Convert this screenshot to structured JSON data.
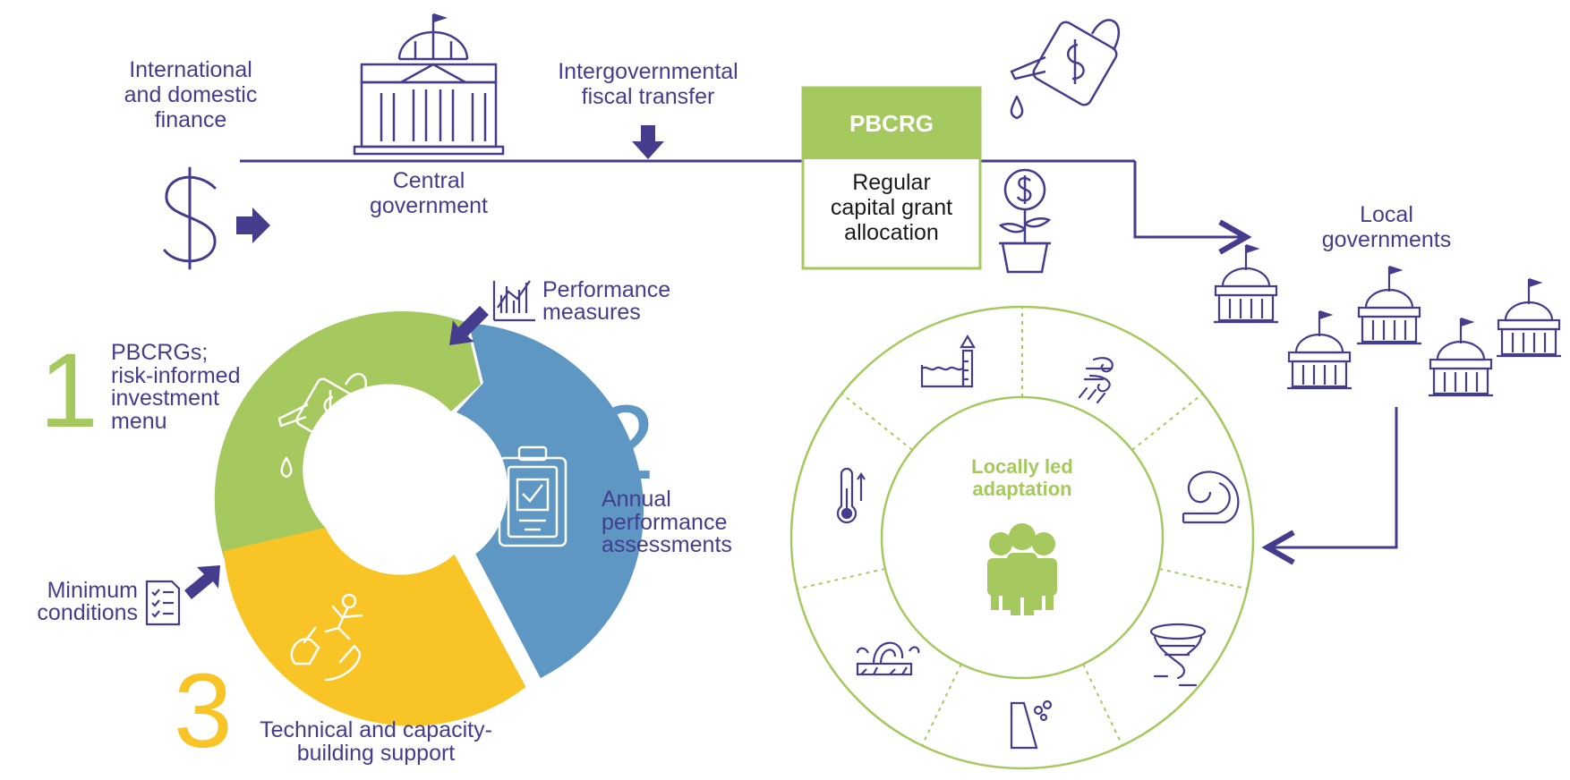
{
  "finance": {
    "text": "International\nand domestic\nfinance"
  },
  "central": {
    "text": "Central\ngovernment"
  },
  "transfer": {
    "text": "Intergovernmental\nfiscal transfer"
  },
  "pbcrg_box": {
    "header": "PBCRG",
    "body": "Regular\ncapital grant\nallocation"
  },
  "local": {
    "text": "Local\ngovernments"
  },
  "performance_measures": {
    "text": "Performance\nmeasures"
  },
  "minimum_conditions": {
    "text": "Minimum\nconditions"
  },
  "cycle": {
    "step1": {
      "number": "1",
      "text": "PBCRGs;\nrisk-informed\ninvestment\nmenu"
    },
    "step2": {
      "number": "2",
      "text": "Annual\nperformance\nassessments"
    },
    "step3": {
      "number": "3",
      "text": "Technical and capacity-\nbuilding support"
    }
  },
  "lla": {
    "title": "Locally led\nadaptation"
  },
  "colors": {
    "purple": "#453c8e",
    "green": "#a5c95e",
    "blue": "#5e97c3",
    "yellow": "#f9c425"
  },
  "icons": {
    "finance": "dollar-sign-icon",
    "central": "capitol-building-icon",
    "watering_can": "watering-can-dollar-icon",
    "plant": "money-plant-icon",
    "chart": "bar-chart-icon",
    "checklist": "checklist-icon",
    "clipboard": "clipboard-check-icon",
    "hands": "helping-hands-icon",
    "people": "people-group-icon",
    "hazards": [
      "flood-level-icon",
      "storm-wind-icon",
      "wave-icon",
      "tornado-icon",
      "landslide-icon",
      "drought-tree-icon",
      "thermometer-icon"
    ]
  }
}
